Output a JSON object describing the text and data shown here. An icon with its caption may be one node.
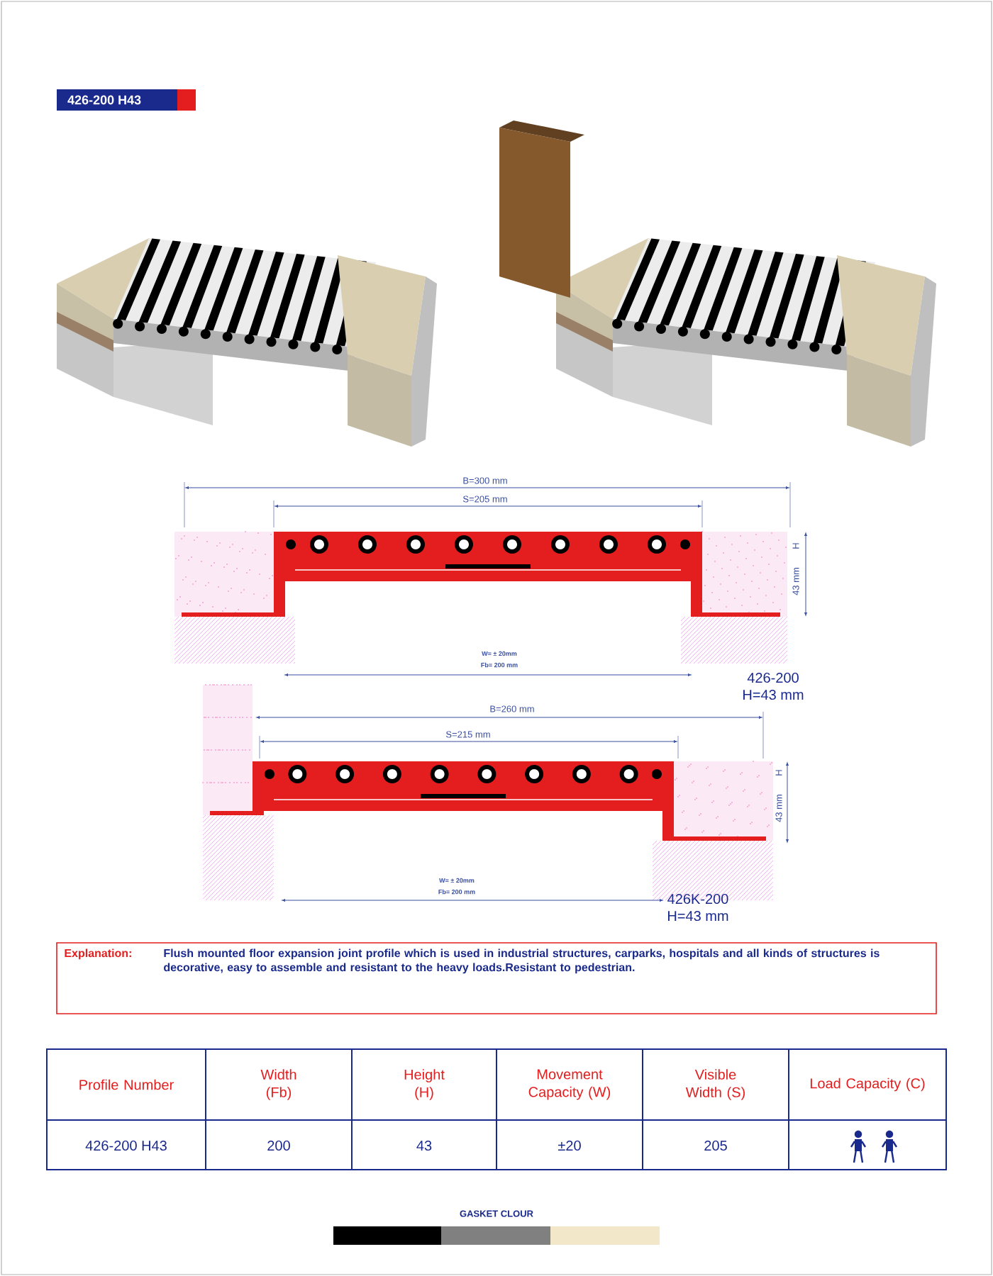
{
  "diagram": {
    "title": "426-200 H43",
    "labels": [
      "B=300 mm",
      "S=205 mm",
      "H",
      "43 mm",
      "W= ± 20mm",
      "Fb= 200 mm",
      "426-200",
      "H=43 mm",
      "B=260 mm",
      "S=215 mm",
      "H",
      "43 mm",
      "W= ± 20mm",
      "Fb= 200 mm",
      "426K-200",
      "H=43 mm",
      "Explanation:",
      "Flush mounted floor expansion joint profile which is used in industrial structures, carparks, hospitals and all kinds of structures is decorative, easy to assemble and resistant to the heavy loads.Resistant to pedestrian.",
      "Profile Number",
      "Width (Fb)",
      "Height (H)",
      "Movement Capacity (W)",
      "Visible Width (S)",
      "Load Capacity (C)",
      "426-200 H43",
      "200",
      "43",
      "±20",
      "205",
      "GASKET CLOUR"
    ]
  }
}
